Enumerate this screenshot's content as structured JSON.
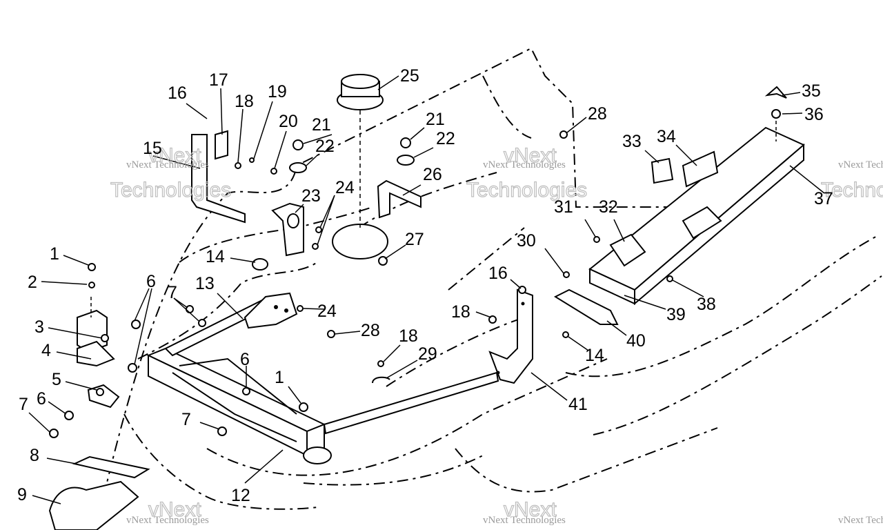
{
  "callouts": [
    "1",
    "2",
    "3",
    "4",
    "5",
    "6",
    "7",
    "8",
    "9",
    "12",
    "13",
    "14",
    "15",
    "16",
    "17",
    "18",
    "19",
    "20",
    "21",
    "22",
    "23",
    "24",
    "25",
    "26",
    "27",
    "28",
    "29",
    "30",
    "31",
    "32",
    "33",
    "34",
    "35",
    "36",
    "37",
    "38",
    "39",
    "40",
    "41"
  ],
  "watermark": {
    "small": "vNext Technologies",
    "large_top": "vNext",
    "large_bottom": "Technologies"
  }
}
